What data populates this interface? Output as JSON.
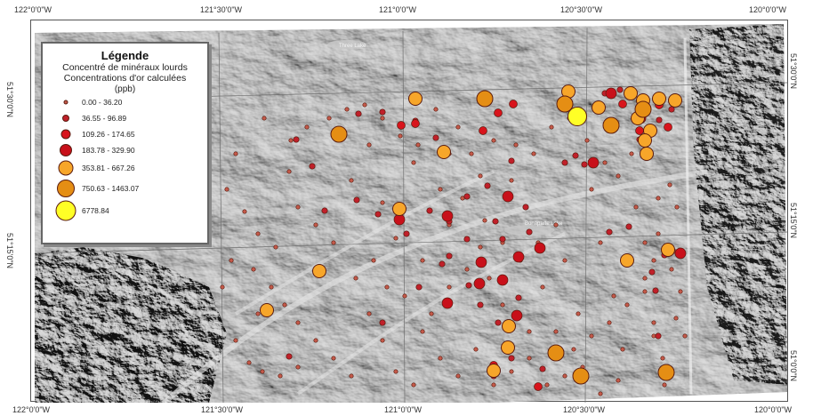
{
  "axes": {
    "top_ticks": [
      "122°0'0\"W",
      "121°30'0\"W",
      "121°0'0\"W",
      "120°30'0\"W",
      "120°0'0\"W"
    ],
    "bottom_ticks": [
      "122°0'0\"W",
      "121°30'0\"W",
      "121°0'0\"W",
      "120°30'0\"W",
      "120°0'0\"W"
    ],
    "left_ticks": [
      "51°30'0\"N",
      "51°15'0\"N"
    ],
    "right_ticks": [
      "51°30'0\"N",
      "51°15'0\"N",
      "51°0'0\"N"
    ]
  },
  "legend": {
    "title": "Légende",
    "subtitle1": "Concentré de minéraux lourds",
    "subtitle2": "Concentrations d'or calculées",
    "unit": "(ppb)",
    "classes": [
      {
        "label": "0.00 - 36.20",
        "fill": "#c55a4a"
      },
      {
        "label": "36.55 - 96.89",
        "fill": "#c0202a"
      },
      {
        "label": "109.26 - 174.65",
        "fill": "#d8141c"
      },
      {
        "label": "183.78 - 329.90",
        "fill": "#c8101a"
      },
      {
        "label": "353.81 - 667.26",
        "fill": "#f7a62a"
      },
      {
        "label": "750.63 - 1463.07",
        "fill": "#e58e14"
      },
      {
        "label": "6778.84",
        "fill": "#ffff26"
      }
    ]
  },
  "map_labels": [
    {
      "text": "Three Lake"
    },
    {
      "text": "Bonaparte Lake"
    }
  ],
  "colors": {
    "terrain_light": "#d2d2d2",
    "terrain_dark": "#8a8a8a",
    "sample_outline": "#5a1c10"
  },
  "icons": [
    "hillshade-terrain",
    "sample-point-marker"
  ]
}
